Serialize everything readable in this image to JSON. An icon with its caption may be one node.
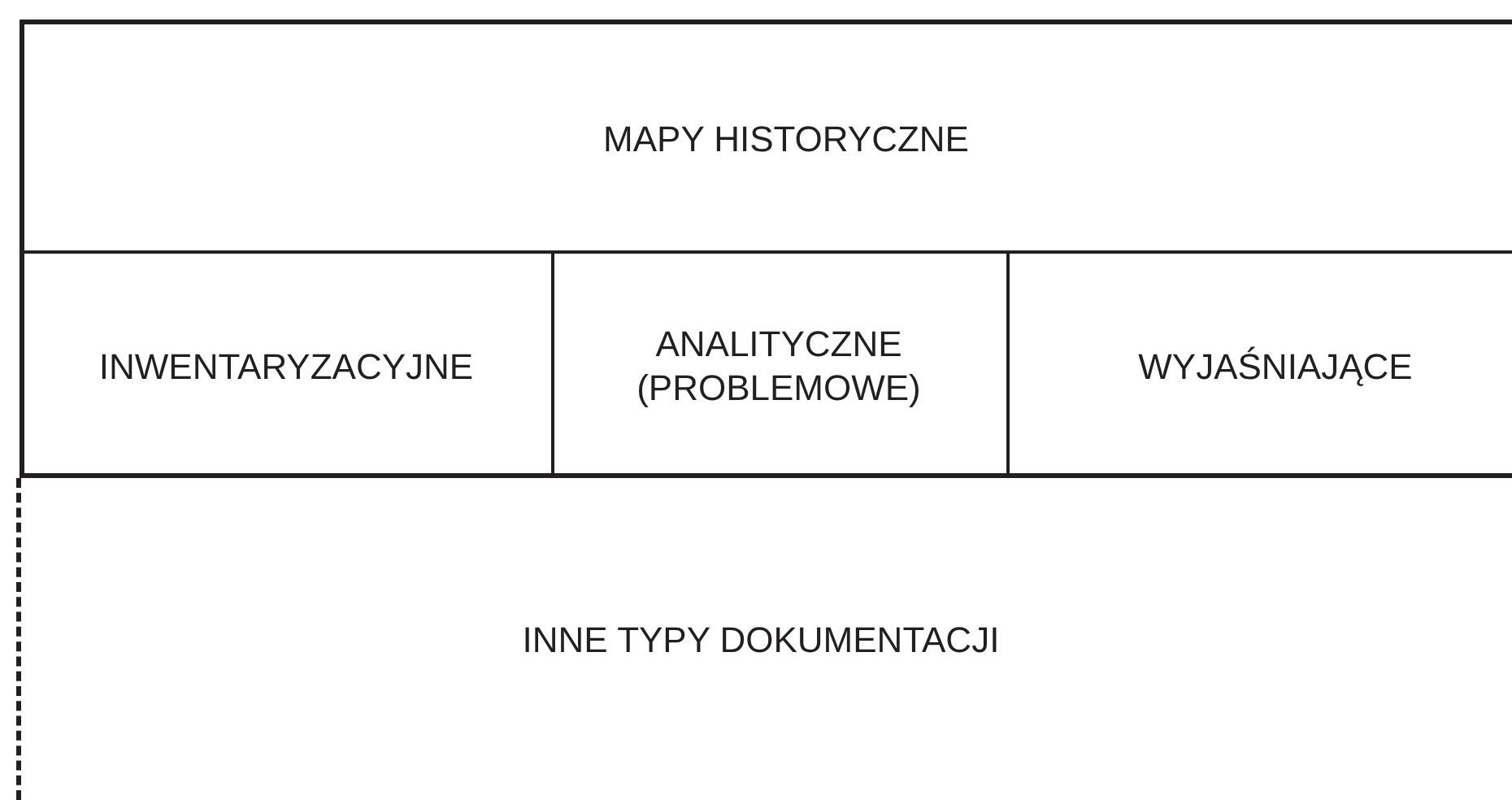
{
  "diagram": {
    "nodes": [
      {
        "text": [
          "MAPY HISTORYCZNE"
        ]
      },
      {
        "text": [
          "INWENTARYZACYJNE"
        ],
        "in": 0
      },
      {
        "text": [
          "ANALITYCZNE (PROBLEMOWE)"
        ],
        "in": 0
      },
      {
        "text": [
          "WYJAŚNIAJĄCE"
        ],
        "in": 0
      },
      {
        "text": [
          "INNE TYPY DOKUMENTACJI"
        ]
      }
    ]
  }
}
